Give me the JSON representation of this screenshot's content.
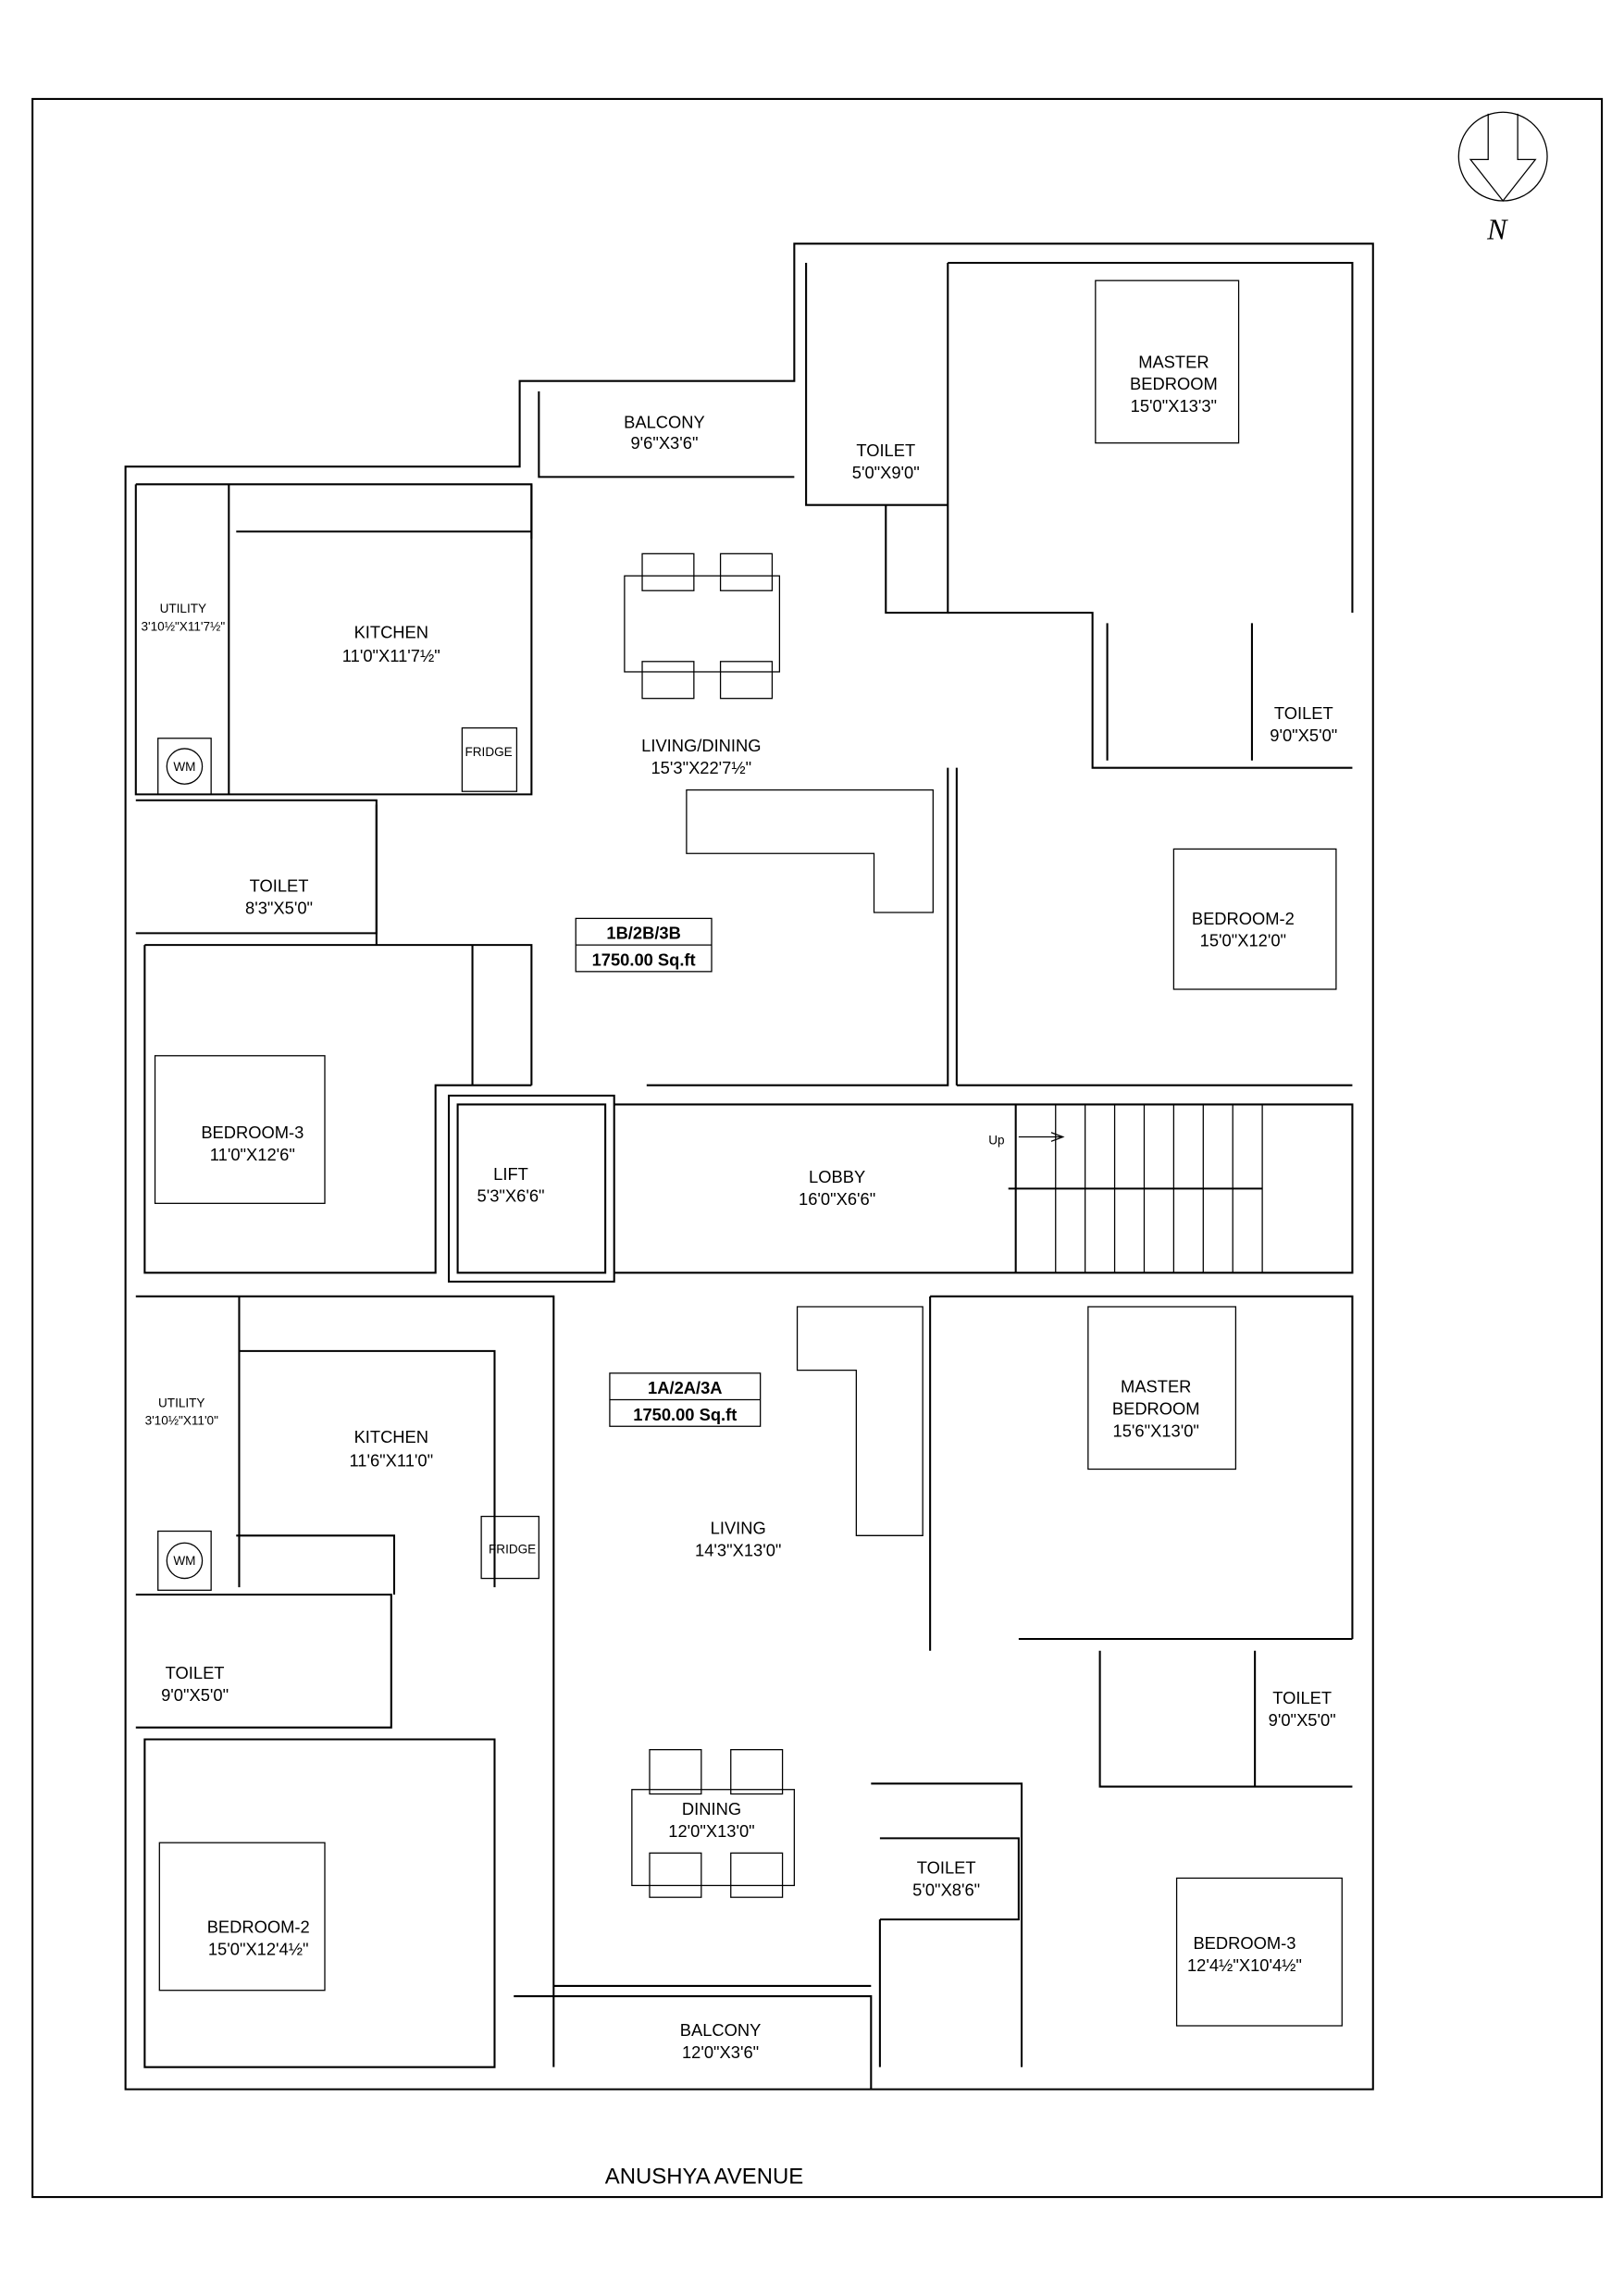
{
  "north_label": "N",
  "street": "ANUSHYA AVENUE",
  "unit_top": {
    "name": "1B/2B/3B",
    "area": "1750.00 Sq.ft",
    "rooms": [
      {
        "name": "BALCONY",
        "size": "9'6\"X3'6\""
      },
      {
        "name": "MASTER",
        "name2": "BEDROOM",
        "size": "15'0\"X13'3\""
      },
      {
        "name": "TOILET",
        "size": "5'0\"X9'0\""
      },
      {
        "name": "UTILITY",
        "size": "3'10½\"X11'7½\""
      },
      {
        "name": "KITCHEN",
        "size": "11'0\"X11'7½\""
      },
      {
        "name": "LIVING/DINING",
        "size": "15'3\"X22'7½\""
      },
      {
        "name": "TOILET",
        "size": "9'0\"X5'0\""
      },
      {
        "name": "TOILET",
        "size": "8'3\"X5'0\""
      },
      {
        "name": "BEDROOM-2",
        "size": "15'0\"X12'0\""
      },
      {
        "name": "BEDROOM-3",
        "size": "11'0\"X12'6\""
      }
    ],
    "fixtures": {
      "fridge": "FRIDGE",
      "wm": "WM"
    }
  },
  "common": {
    "lift": {
      "name": "LIFT",
      "size": "5'3\"X6'6\""
    },
    "lobby": {
      "name": "LOBBY",
      "size": "16'0\"X6'6\""
    },
    "stair_label": "Up"
  },
  "unit_bottom": {
    "name": "1A/2A/3A",
    "area": "1750.00 Sq.ft",
    "rooms": [
      {
        "name": "MASTER",
        "name2": "BEDROOM",
        "size": "15'6\"X13'0\""
      },
      {
        "name": "UTILITY",
        "size": "3'10½\"X11'0\""
      },
      {
        "name": "KITCHEN",
        "size": "11'6\"X11'0\""
      },
      {
        "name": "LIVING",
        "size": "14'3\"X13'0\""
      },
      {
        "name": "TOILET",
        "size": "9'0\"X5'0\""
      },
      {
        "name": "TOILET",
        "size": "9'0\"X5'0\""
      },
      {
        "name": "DINING",
        "size": "12'0\"X13'0\""
      },
      {
        "name": "TOILET",
        "size": "5'0\"X8'6\""
      },
      {
        "name": "BEDROOM-2",
        "size": "15'0\"X12'4½\""
      },
      {
        "name": "BEDROOM-3",
        "size": "12'4½\"X10'4½\""
      },
      {
        "name": "BALCONY",
        "size": "12'0\"X3'6\""
      }
    ],
    "fixtures": {
      "fridge": "FRIDGE",
      "wm": "WM"
    }
  }
}
